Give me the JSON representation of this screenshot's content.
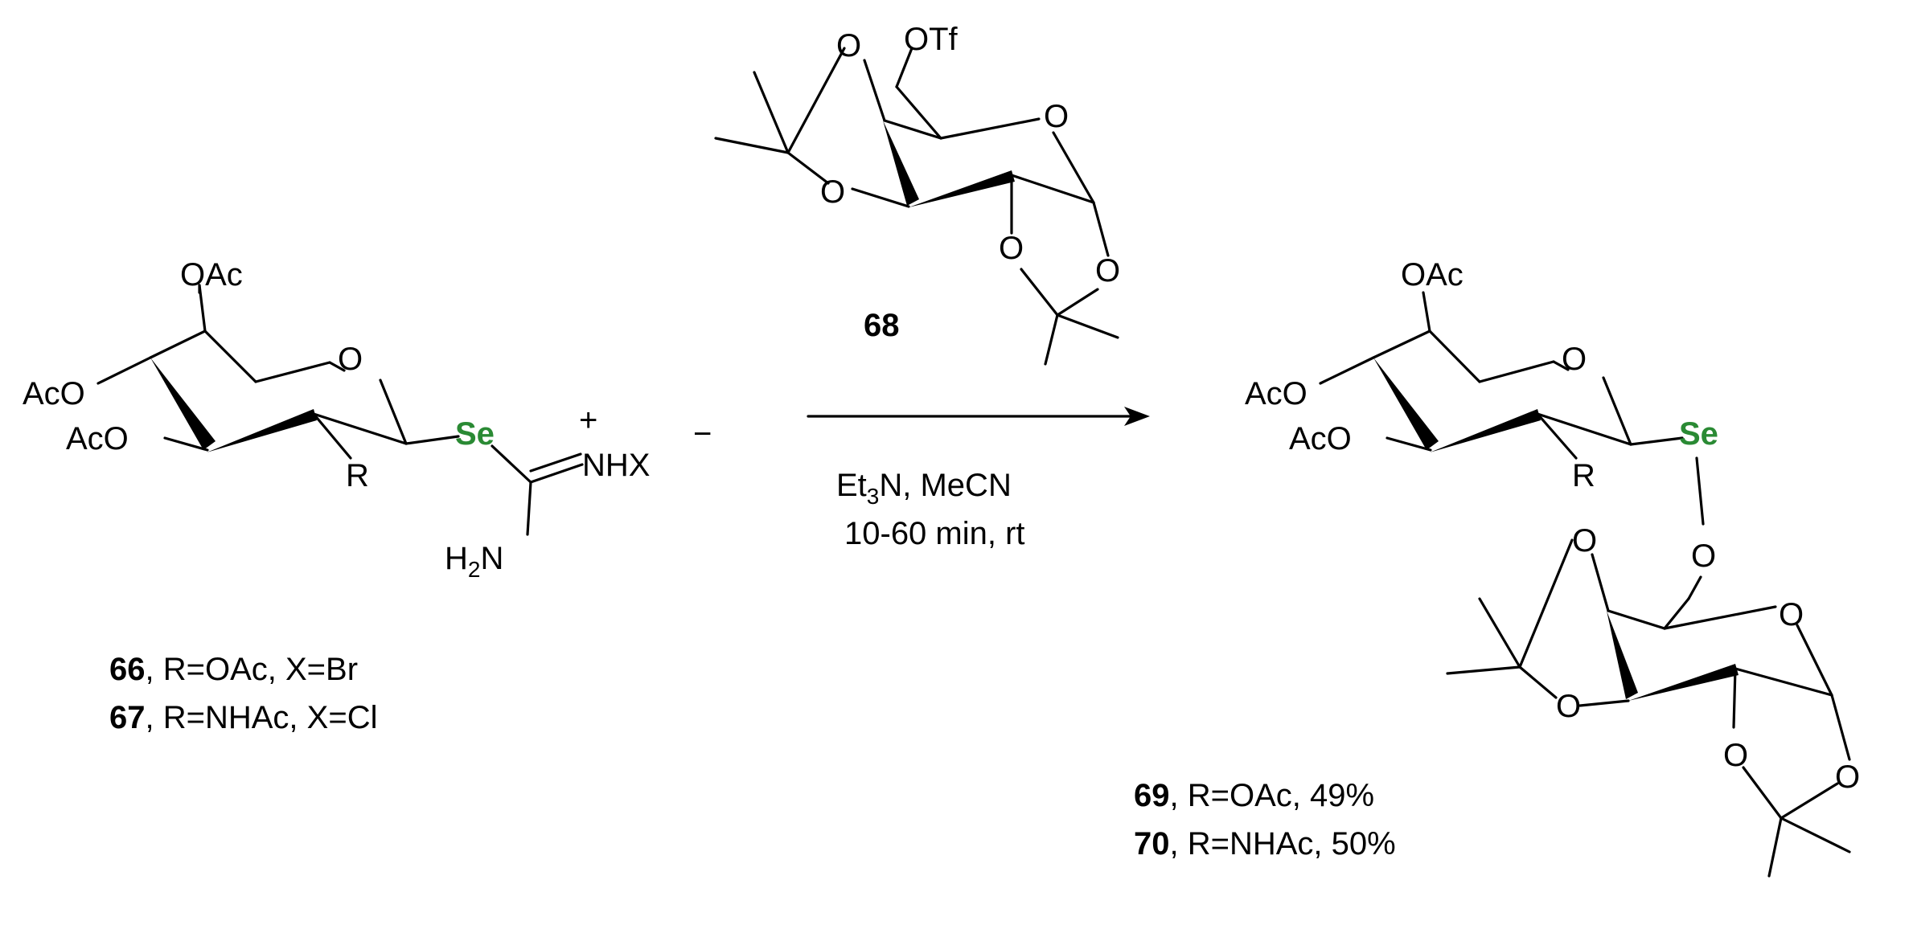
{
  "labels": {
    "o": "O",
    "oac": "OAc",
    "aco": "AcO",
    "otf": "OTf",
    "r": "R",
    "se": "Se",
    "nhx": "NHX",
    "plus": "+",
    "minus": "−",
    "h2n_h": "H",
    "h2n_sub": "2",
    "h2n_n": "N"
  },
  "reagent": {
    "compound": "68",
    "conditions_line1_a": "Et",
    "conditions_line1_sub": "3",
    "conditions_line1_b": "N, MeCN",
    "conditions_line2": "10-60 min, rt"
  },
  "starting_materials": [
    {
      "number": "66",
      "text": ", R=OAc, X=Br"
    },
    {
      "number": "67",
      "text": ", R=NHAc, X=Cl"
    }
  ],
  "products": [
    {
      "number": "69",
      "text": ", R=OAc, 49%"
    },
    {
      "number": "70",
      "text": ", R=NHAc, 50%"
    }
  ],
  "colors": {
    "selenium": "#2a8a34",
    "ink": "#000000"
  }
}
